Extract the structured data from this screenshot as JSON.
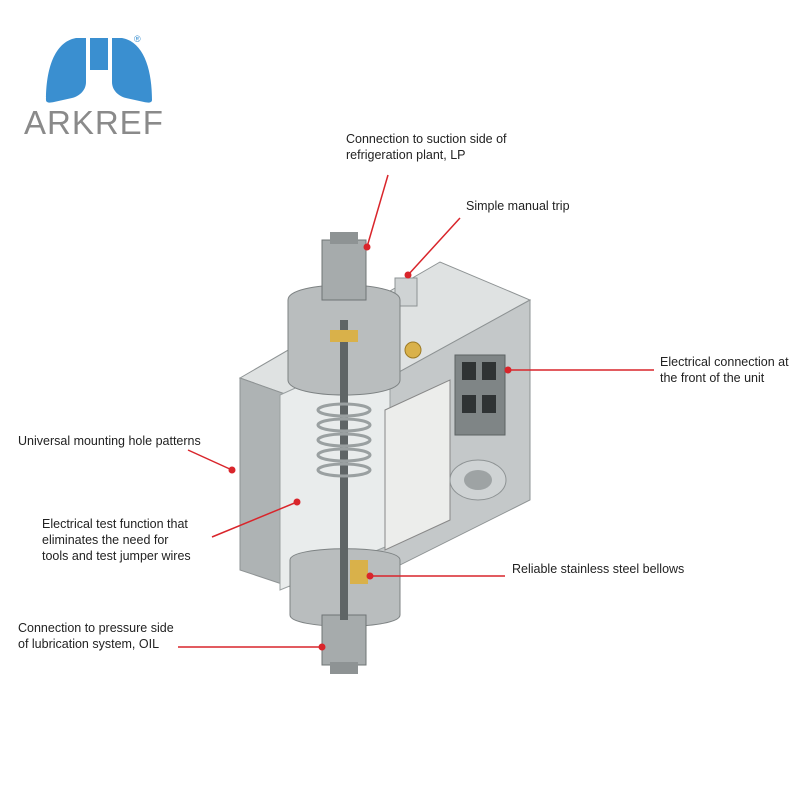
{
  "brand": {
    "name": "ARKREF",
    "registered_mark": "®",
    "logo_color": "#3a8fd0",
    "text_color": "#8a8a8a"
  },
  "colors": {
    "leader_line": "#d9252b",
    "housing": "#b8bcbd",
    "housing_dark": "#8e9394",
    "housing_light": "#dfe2e2",
    "brass": "#d9b14a"
  },
  "labels": {
    "suction": [
      "Connection to suction side of",
      "refrigeration plant, LP"
    ],
    "trip": [
      "Simple manual trip"
    ],
    "electrical_connection": [
      "Electrical connection at",
      "the front of the unit"
    ],
    "mounting": [
      "Universal mounting hole patterns"
    ],
    "test_function": [
      "Electrical test function that",
      "eliminates the need for",
      "tools and test jumper wires"
    ],
    "bellows": [
      "Reliable stainless steel bellows"
    ],
    "pressure": [
      "Connection to pressure side",
      "of lubrication system, OIL"
    ]
  }
}
